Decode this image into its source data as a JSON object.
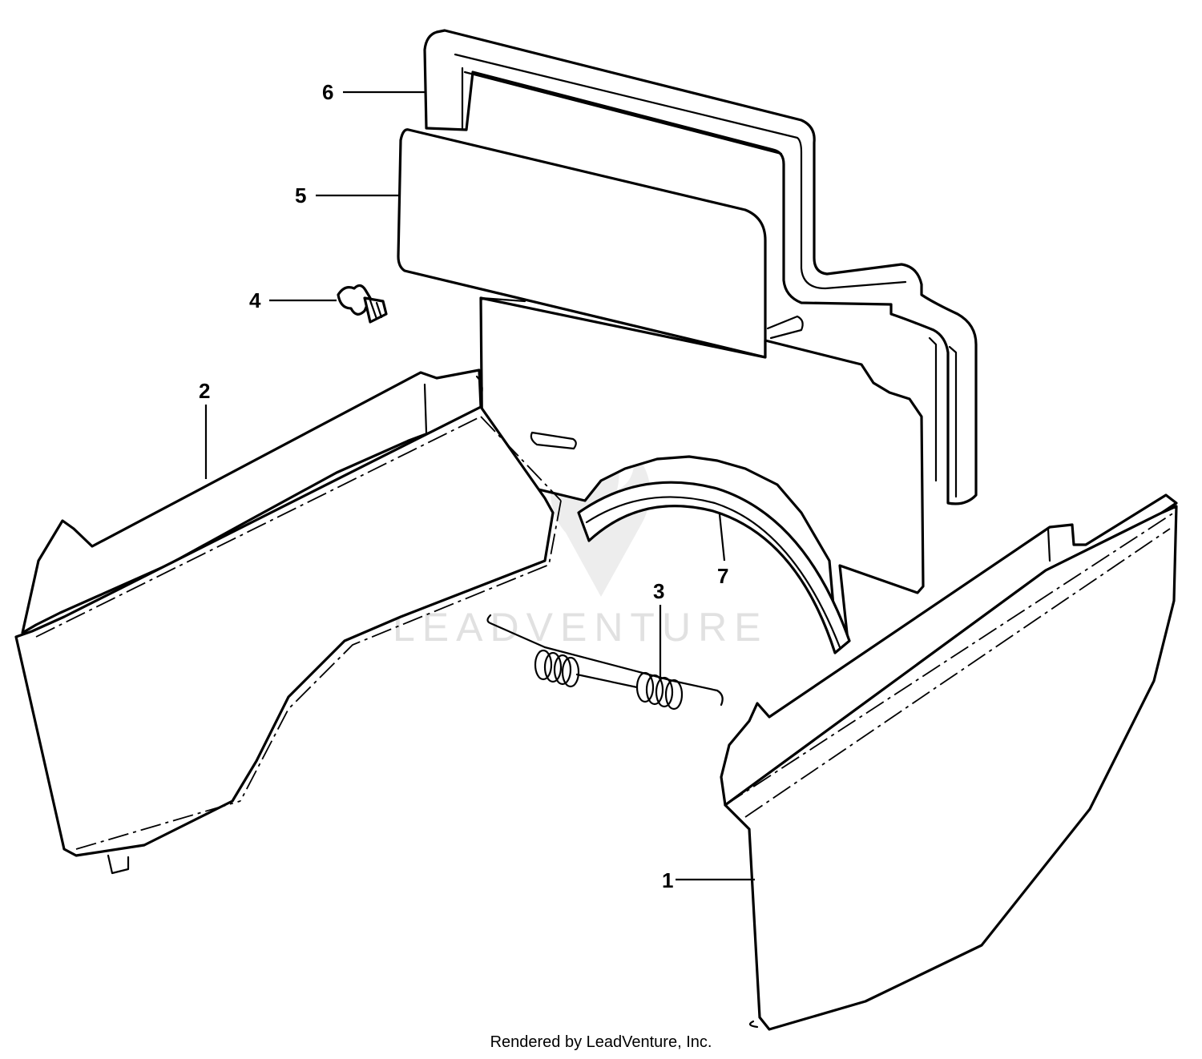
{
  "diagram": {
    "callouts": [
      {
        "id": "callout-1",
        "label": "1"
      },
      {
        "id": "callout-2",
        "label": "2"
      },
      {
        "id": "callout-3",
        "label": "3"
      },
      {
        "id": "callout-4",
        "label": "4"
      },
      {
        "id": "callout-5",
        "label": "5"
      },
      {
        "id": "callout-6",
        "label": "6"
      },
      {
        "id": "callout-7",
        "label": "7"
      }
    ],
    "watermark": "LEADVENTURE",
    "credit": "Rendered by LeadVenture, Inc."
  }
}
